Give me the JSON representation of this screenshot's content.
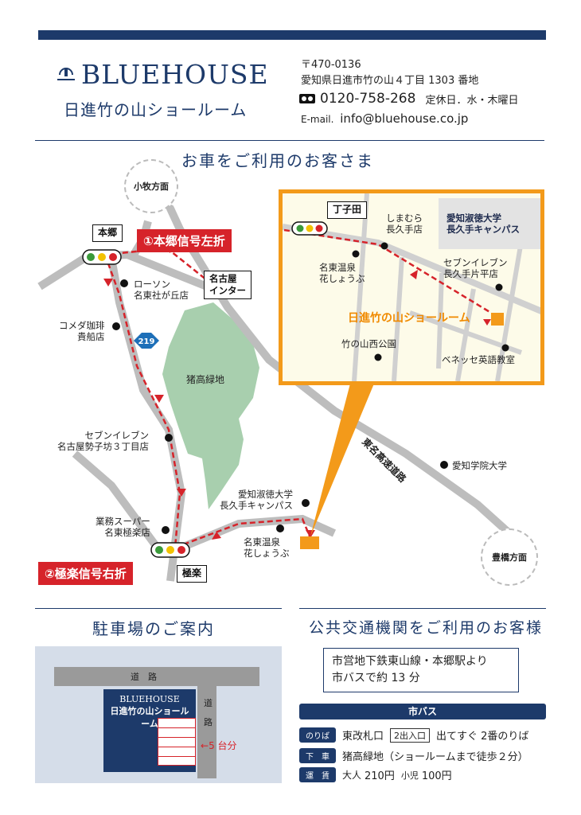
{
  "header": {
    "logo_text": "BLUEHOUSE",
    "showroom_name": "日進竹の山ショールーム",
    "postal": "〒470-0136",
    "address": "愛知県日進市竹の山４丁目 1303 番地",
    "tel": "0120-758-268",
    "holiday": "定休日．水・木曜日",
    "email_label": "E-mail.",
    "email": "info@bluehouse.co.jp"
  },
  "car_section": {
    "title": "お車をご利用のお客さま",
    "directions_from": [
      "小牧方面",
      "豊橋方面"
    ],
    "signals": [
      {
        "label": "本郷",
        "instruction": "①本郷信号左折"
      },
      {
        "label": "極楽",
        "instruction": "②極楽信号右折"
      }
    ],
    "interchange": "名古屋\nインター",
    "route_number": "219",
    "highway": "東名高速道路",
    "green_area": "猪高緑地",
    "landmarks": [
      "ローソン\n名東社が丘店",
      "コメダ珈琲\n貴船店",
      "セブンイレブン\n名古屋勢子坊３丁目店",
      "業務スーパー\n名東極楽店",
      "愛知淑徳大学\n長久手キャンパス",
      "名東温泉\n花しょうぶ",
      "愛知学院大学"
    ],
    "inset": {
      "signal_label": "丁子田",
      "landmarks": [
        "しまむら\n長久手店",
        "愛知淑徳大学\n長久手キャンパス",
        "名東温泉\n花しょうぶ",
        "セブンイレブン\n長久手片平店",
        "竹の山西公園",
        "ベネッセ英語教室"
      ],
      "destination": "日進竹の山ショールーム"
    }
  },
  "parking": {
    "title": "駐車場のご案内",
    "road_label_h": "道　路",
    "road_label_v": "道\n\n路",
    "building_brand": "BLUEHOUSE",
    "building_name": "日進竹の山ショールーム",
    "capacity": "5 台分",
    "spaces": 5
  },
  "transit": {
    "title": "公共交通機関をご利用のお客様",
    "line1": "市営地下鉄東山線・本郷駅より",
    "line2": "市バスで約 13 分",
    "bus_header": "市バス",
    "rows": [
      {
        "label": "のりば",
        "parts": [
          "東改札口",
          "2出入口",
          "出てすぐ 2番のりば"
        ]
      },
      {
        "label": "下　車",
        "parts": [
          "猪高緑地（ショールームまで徒歩２分）"
        ]
      },
      {
        "label": "運　賃",
        "parts": [
          "大人",
          "210円",
          "小児",
          "100円"
        ]
      }
    ]
  },
  "colors": {
    "navy": "#1d3a6a",
    "orange": "#f39a1a",
    "red": "#d6232a",
    "green": "#a8cfae",
    "road": "#bdbdbd"
  }
}
